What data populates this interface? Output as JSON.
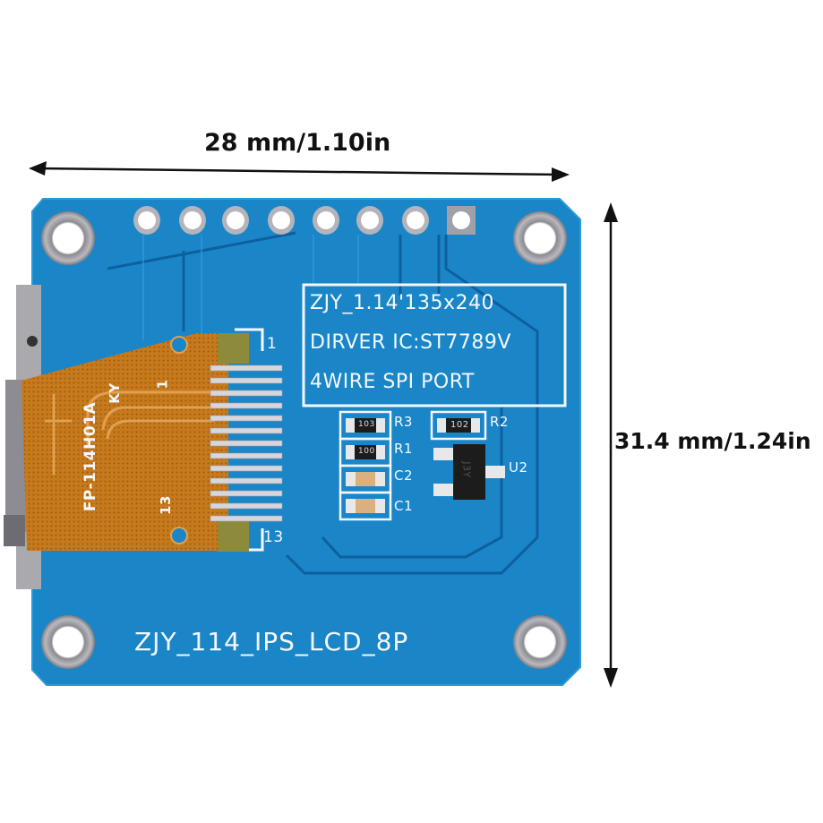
{
  "dimensions": {
    "width_label": "28 mm/1.10in",
    "height_label": "31.4 mm/1.24in"
  },
  "board": {
    "color": "#1a86c8",
    "trace_color": "#0f5f9e",
    "silkscreen_color": "#f4f8fb",
    "bottom_label": "ZJY_114_IPS_LCD_8P",
    "info_box": {
      "line1": "ZJY_1.14'135x240",
      "line2": "DIRVER IC:ST7789V",
      "line3": "4WIRE SPI PORT"
    },
    "header_pin_count": 8,
    "mounting_holes": 4
  },
  "components": {
    "R3": {
      "label": "R3",
      "marking": "103"
    },
    "R2": {
      "label": "R2",
      "marking": "102"
    },
    "R1": {
      "label": "R1",
      "marking": "100"
    },
    "C2": {
      "label": "C2"
    },
    "C1": {
      "label": "C1"
    },
    "U2": {
      "label": "U2",
      "marking": "J3Y"
    }
  },
  "flex_cable": {
    "color": "#c77a1c",
    "part_label": "FP-114H01A",
    "side_label": "KY",
    "pin_first": "1",
    "pin_last": "13",
    "connector_pin_first": "1",
    "connector_pin_last": "13"
  }
}
